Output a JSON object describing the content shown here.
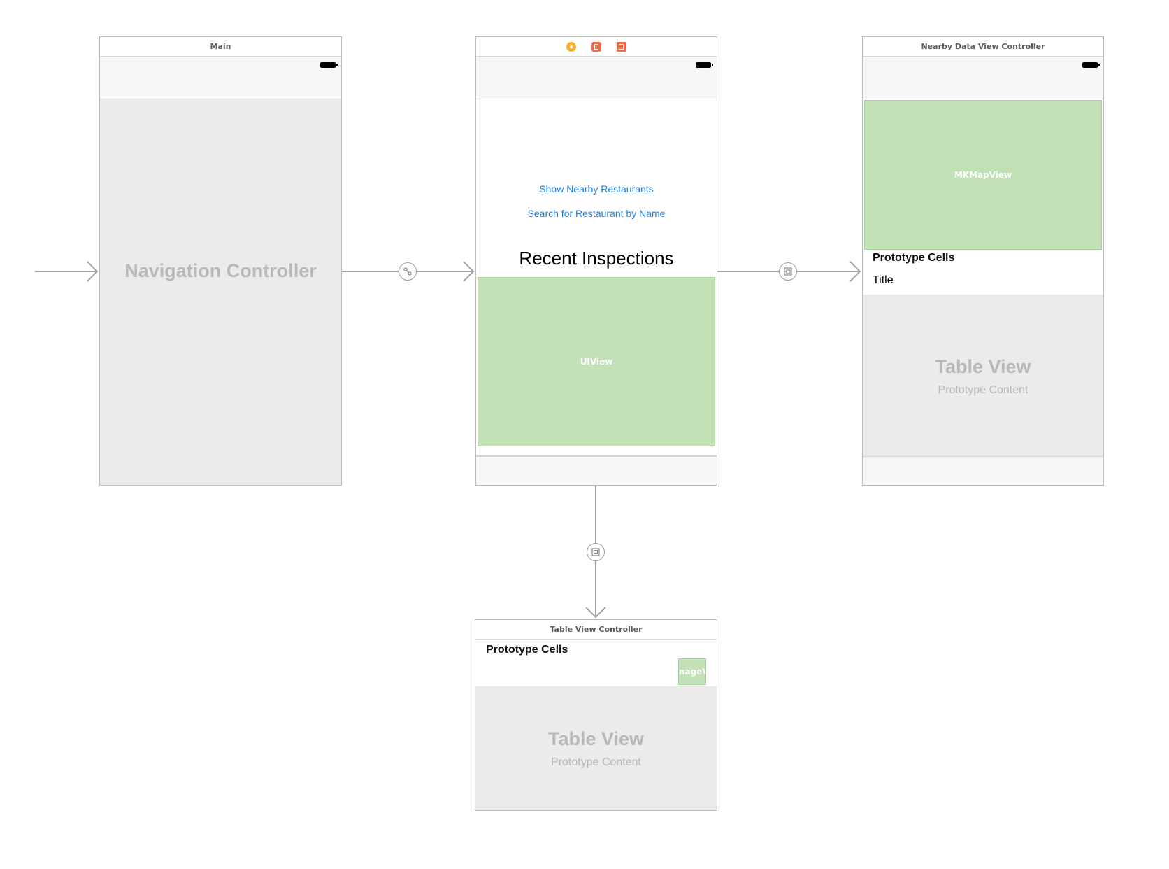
{
  "entry_arrow": {
    "icon": "entry-arrow-icon"
  },
  "nav_controller": {
    "title": "Main",
    "body_label": "Navigation Controller"
  },
  "main_vc": {
    "dock_icons": [
      "view-controller-icon",
      "first-responder-icon",
      "exit-icon"
    ],
    "dock_colors": [
      "#f5b12e",
      "#ef6b4a",
      "#f0684a"
    ],
    "button_nearby": "Show Nearby Restaurants",
    "button_search": "Search for Restaurant by Name",
    "heading": "Recent Inspections",
    "uiview_label": "UIView"
  },
  "nearby_vc": {
    "title": "Nearby Data View Controller",
    "map_label": "MKMapView",
    "prototype_cells": "Prototype Cells",
    "cell_title": "Title",
    "table_title": "Table View",
    "table_sub": "Prototype Content"
  },
  "table_vc": {
    "title": "Table View Controller",
    "prototype_cells": "Prototype Cells",
    "image_label": "nageV",
    "table_title": "Table View",
    "table_sub": "Prototype Content"
  },
  "segues": {
    "root": "relationship-segue-icon",
    "show_nearby": "show-segue-icon",
    "show_table": "show-segue-icon"
  },
  "colors": {
    "green_view": "#c2e1b6",
    "link_blue": "#1a7fe3",
    "gray_body": "#ebebeb",
    "connector": "#a0a0a0"
  }
}
